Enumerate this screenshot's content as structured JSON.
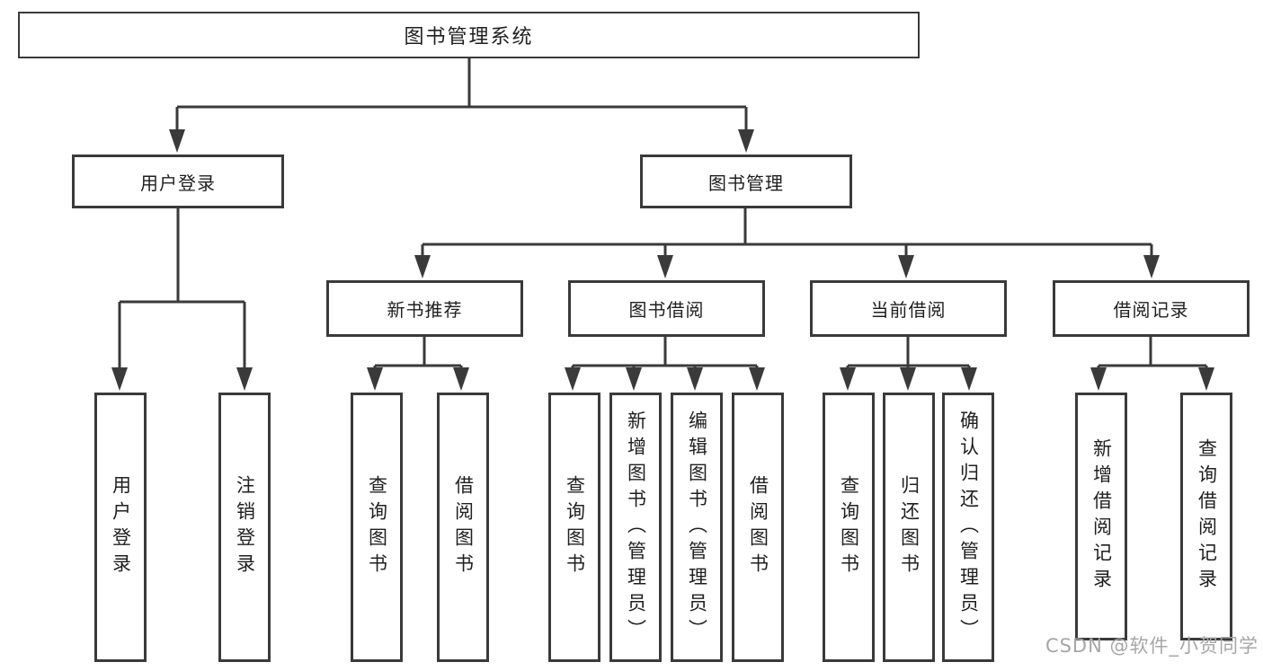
{
  "tree": {
    "root": {
      "label": "图书管理系统"
    },
    "branches": [
      {
        "label": "用户登录",
        "children": [
          "用户登录",
          "注销登录"
        ]
      },
      {
        "label": "图书管理",
        "groups": [
          {
            "label": "新书推荐",
            "children": [
              "查询图书",
              "借阅图书"
            ]
          },
          {
            "label": "图书借阅",
            "children": [
              "查询图书",
              "新增图书（管理员）",
              "编辑图书（管理员）",
              "借阅图书"
            ]
          },
          {
            "label": "当前借阅",
            "children": [
              "查询图书",
              "归还图书",
              "确认归还（管理员）"
            ]
          },
          {
            "label": "借阅记录",
            "children": [
              "新增借阅记录",
              "查询借阅记录"
            ]
          }
        ]
      }
    ]
  },
  "watermark": "CSDN @软件_小贺同学",
  "colors": {
    "line": "#3a3a3a",
    "text": "#1f1f1f",
    "watermark": "#a6a6a6",
    "background": "#ffffff"
  }
}
